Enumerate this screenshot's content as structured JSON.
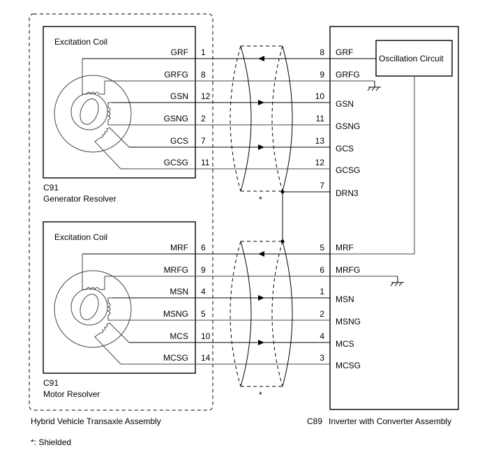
{
  "outer_assembly_label": "Hybrid Vehicle Transaxle Assembly",
  "inverter": {
    "connector": "C89",
    "label": "Inverter with Converter Assembly",
    "oscillation_label": "Oscillation Circuit"
  },
  "generator": {
    "connector": "C91",
    "name": "Generator Resolver",
    "coil_label": "Excitation Coil",
    "signals": [
      {
        "name": "GRF",
        "pin": "1",
        "inv_pin": "8",
        "inv_name": "GRF"
      },
      {
        "name": "GRFG",
        "pin": "8",
        "inv_pin": "9",
        "inv_name": "GRFG"
      },
      {
        "name": "GSN",
        "pin": "12",
        "inv_pin": "10",
        "inv_name": "GSN"
      },
      {
        "name": "GSNG",
        "pin": "2",
        "inv_pin": "11",
        "inv_name": "GSNG"
      },
      {
        "name": "GCS",
        "pin": "7",
        "inv_pin": "13",
        "inv_name": "GCS"
      },
      {
        "name": "GCSG",
        "pin": "11",
        "inv_pin": "12",
        "inv_name": "GCSG"
      }
    ],
    "drain": {
      "inv_pin": "7",
      "inv_name": "DRN3"
    }
  },
  "motor": {
    "connector": "C91",
    "name": "Motor Resolver",
    "coil_label": "Excitation Coil",
    "signals": [
      {
        "name": "MRF",
        "pin": "6",
        "inv_pin": "5",
        "inv_name": "MRF"
      },
      {
        "name": "MRFG",
        "pin": "9",
        "inv_pin": "6",
        "inv_name": "MRFG"
      },
      {
        "name": "MSN",
        "pin": "4",
        "inv_pin": "1",
        "inv_name": "MSN"
      },
      {
        "name": "MSNG",
        "pin": "5",
        "inv_pin": "2",
        "inv_name": "MSNG"
      },
      {
        "name": "MCS",
        "pin": "10",
        "inv_pin": "4",
        "inv_name": "MCS"
      },
      {
        "name": "MCSG",
        "pin": "14",
        "inv_pin": "3",
        "inv_name": "MCSG"
      }
    ]
  },
  "shield_marker": "*",
  "footnote": "*: Shielded"
}
